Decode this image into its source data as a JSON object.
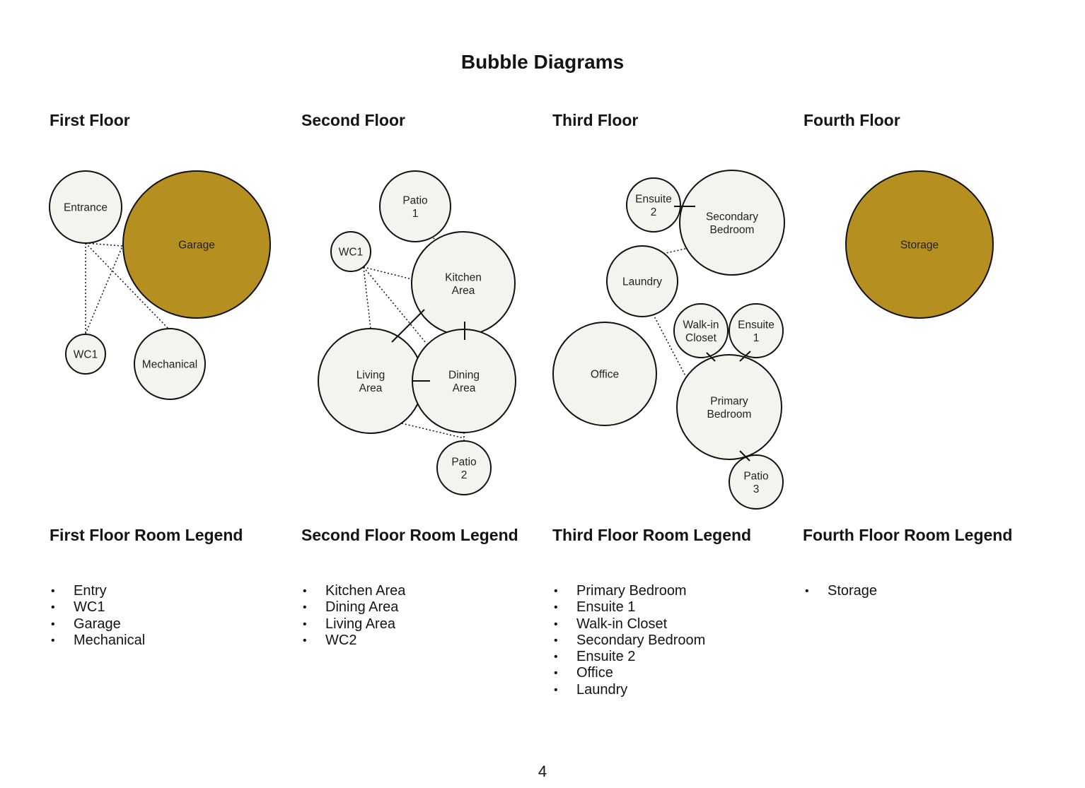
{
  "page": {
    "title": "Bubble Diagrams",
    "page_number": "4"
  },
  "colors": {
    "bubble_fill": "#f4f4ef",
    "accent_fill": "#b68f21",
    "stroke": "#111111"
  },
  "floors": [
    {
      "heading": "First Floor",
      "legend_heading": "First Floor Room Legend",
      "legend_items": [
        "Entry",
        "WC1",
        "Garage",
        "Mechanical"
      ],
      "bubbles": [
        {
          "id": "entrance",
          "lines": [
            "Entrance"
          ],
          "highlight": false
        },
        {
          "id": "garage",
          "lines": [
            "Garage"
          ],
          "highlight": true
        },
        {
          "id": "wc1",
          "lines": [
            "WC1"
          ],
          "highlight": false
        },
        {
          "id": "mechanical",
          "lines": [
            "Mechanical"
          ],
          "highlight": false
        }
      ]
    },
    {
      "heading": "Second Floor",
      "legend_heading": "Second Floor Room Legend",
      "legend_items": [
        "Kitchen Area",
        "Dining Area",
        "Living Area",
        "WC2"
      ],
      "bubbles": [
        {
          "id": "patio-1",
          "lines": [
            "Patio",
            "1"
          ],
          "highlight": false
        },
        {
          "id": "wc1",
          "lines": [
            "WC1"
          ],
          "highlight": false
        },
        {
          "id": "kitchen-area",
          "lines": [
            "Kitchen",
            "Area"
          ],
          "highlight": false
        },
        {
          "id": "living-area",
          "lines": [
            "Living",
            "Area"
          ],
          "highlight": false
        },
        {
          "id": "dining-area",
          "lines": [
            "Dining",
            "Area"
          ],
          "highlight": false
        },
        {
          "id": "patio-2",
          "lines": [
            "Patio",
            "2"
          ],
          "highlight": false
        }
      ]
    },
    {
      "heading": "Third Floor",
      "legend_heading": "Third Floor Room Legend",
      "legend_items": [
        "Primary Bedroom",
        "Ensuite 1",
        "Walk-in Closet",
        "Secondary Bedroom",
        "Ensuite 2",
        "Office",
        "Laundry"
      ],
      "bubbles": [
        {
          "id": "ensuite-2",
          "lines": [
            "Ensuite",
            "2"
          ],
          "highlight": false
        },
        {
          "id": "secondary-bedroom",
          "lines": [
            "Secondary",
            "Bedroom"
          ],
          "highlight": false
        },
        {
          "id": "laundry",
          "lines": [
            "Laundry"
          ],
          "highlight": false
        },
        {
          "id": "walk-in-closet",
          "lines": [
            "Walk-in",
            "Closet"
          ],
          "highlight": false
        },
        {
          "id": "ensuite-1",
          "lines": [
            "Ensuite",
            "1"
          ],
          "highlight": false
        },
        {
          "id": "office",
          "lines": [
            "Office"
          ],
          "highlight": false
        },
        {
          "id": "primary-bedroom",
          "lines": [
            "Primary",
            "Bedroom"
          ],
          "highlight": false
        },
        {
          "id": "patio-3",
          "lines": [
            "Patio",
            "3"
          ],
          "highlight": false
        }
      ]
    },
    {
      "heading": "Fourth Floor",
      "legend_heading": "Fourth Floor Room Legend",
      "legend_items": [
        "Storage"
      ],
      "bubbles": [
        {
          "id": "storage",
          "lines": [
            "Storage"
          ],
          "highlight": true
        }
      ]
    }
  ]
}
